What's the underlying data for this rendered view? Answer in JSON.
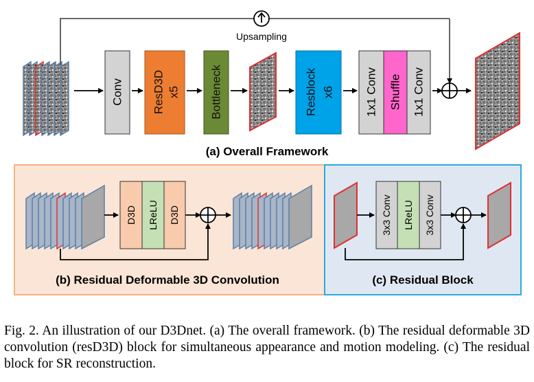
{
  "framework": {
    "upsampling_label": "Upsampling",
    "upsampling_symbol": "↑",
    "conv": "Conv",
    "resd3d": "ResD3D",
    "resd3d_repeat": "x5",
    "bottleneck": "Bottleneck",
    "resblock": "Resblock",
    "resblock_repeat": "x6",
    "conv1x1_a": "1x1 Conv",
    "shuffle": "Shuffle",
    "conv1x1_b": "1x1 Conv",
    "title": "(a) Overall Framework"
  },
  "resd3d_block": {
    "d3d_a": "D3D",
    "lrelu": "LReLU",
    "d3d_b": "D3D",
    "title": "(b) Residual Deformable 3D Convolution"
  },
  "residual_block": {
    "conv_a": "3x3 Conv",
    "lrelu": "LReLU",
    "conv_b": "3x3 Conv",
    "title": "(c) Residual Block"
  },
  "caption": "Fig. 2.  An illustration of our D3Dnet. (a) The overall framework. (b) The residual deformable 3D convolution (resD3D) block for simultaneous appearance and motion modeling. (c) The residual block for SR reconstruction.",
  "colors": {
    "conv": "#d3d3d3",
    "resd3d": "#ed7d31",
    "bottleneck": "#6b8a35",
    "resblock": "#00a2e8",
    "shuffle": "#ff66cc",
    "panel_b_bg": "#fbe5d6",
    "panel_b_border": "#f4b183",
    "panel_c_bg": "#dfe8f2",
    "panel_c_border": "#2ea8e0",
    "d3d": "#f8cbad",
    "lrelu": "#c5e0b4",
    "frame_border": "#5b7fa6",
    "frame_red": "#e03030"
  }
}
